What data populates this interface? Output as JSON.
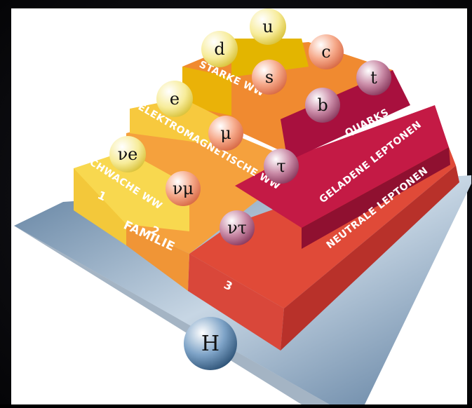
{
  "colors": {
    "background": "#000000",
    "panel": "#ffffff",
    "family1": "#f6d64a",
    "family2": "#f5a33e",
    "family3": "#e24a3a",
    "quarks_top": "#e6b800",
    "charged": "#b8123c",
    "base": "#6f8ba8"
  },
  "labels": {
    "starke": "STARKE WW",
    "elektro": "ELEKTROMAGNETISCHE WW",
    "schwache": "SCHWACHE WW",
    "quarks": "QUARKS",
    "geladene": "GELADENE LEPTONEN",
    "neutrale": "NEUTRALE LEPTONEN",
    "familie": "FAMILIE",
    "fam1": "1",
    "fam2": "2",
    "fam3": "3"
  },
  "particles": {
    "u": "u",
    "d": "d",
    "c": "c",
    "s": "s",
    "t": "t",
    "b": "b",
    "e": "e",
    "mu": "μ",
    "tau": "τ",
    "nu_e": "νe",
    "nu_mu": "νμ",
    "nu_tau": "ντ",
    "higgs": "H"
  }
}
